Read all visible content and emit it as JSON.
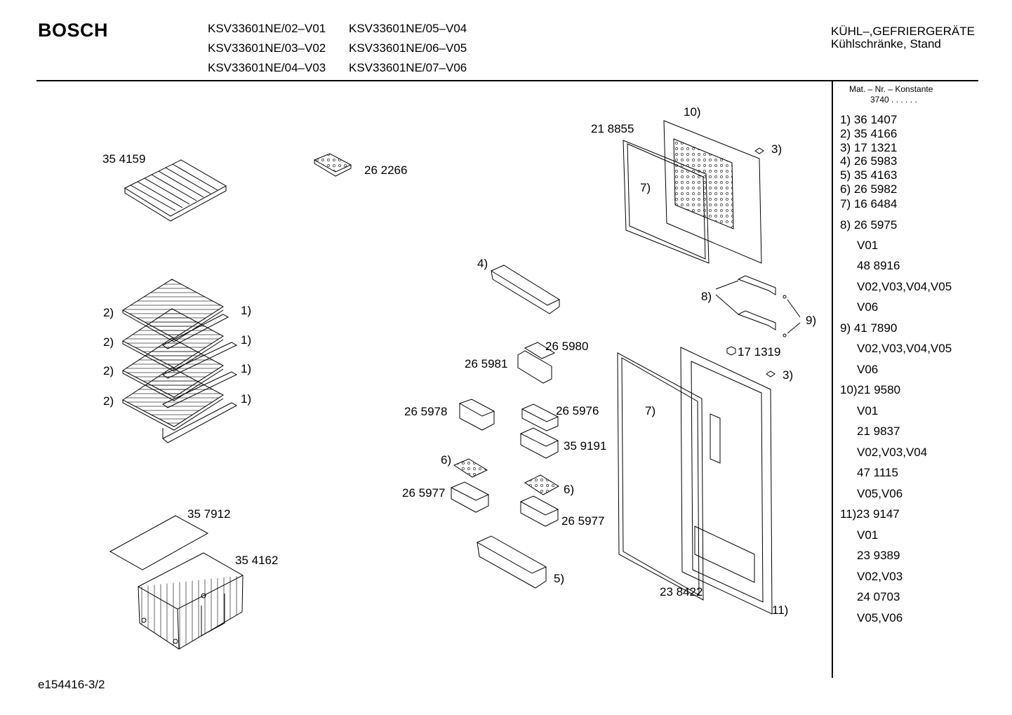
{
  "header": {
    "brand": "BOSCH",
    "models": [
      "KSV33601NE/02–V01",
      "KSV33601NE/05–V04",
      "KSV33601NE/03–V02",
      "KSV33601NE/06–V05",
      "KSV33601NE/04–V03",
      "KSV33601NE/07–V06"
    ],
    "category": "KÜHL–,GEFRIERGERÄTE",
    "subcategory": "Kühlschränke, Stand"
  },
  "sidebar": {
    "mat_header": "Mat. – Nr. – Konstante",
    "mat_value": "3740 .  .  .  .  .  .",
    "parts": [
      "1) 36 1407",
      "2) 35 4166",
      "3) 17 1321",
      "4) 26 5983",
      "5) 35 4163",
      "6) 26 5982",
      "7) 16 6484",
      "8) 26 5975",
      "V01",
      "48 8916",
      "V02,V03,V04,V05",
      "V06",
      "9) 41 7890",
      "V02,V03,V04,V05",
      "V06",
      "10)21 9580",
      "V01",
      "21 9837",
      "V02,V03,V04",
      "47 1115",
      "V05,V06",
      "11)23 9147",
      "V01",
      "23 9389",
      "V02,V03",
      "24 0703",
      "V05,V06"
    ]
  },
  "labels": {
    "l354159": "35 4159",
    "l262266": "26 2266",
    "l218855": "21 8855",
    "l10": "10)",
    "l3a": "3)",
    "l7a": "7)",
    "l4": "4)",
    "l8": "8)",
    "l9": "9)",
    "l2a": "2)",
    "l2b": "2)",
    "l2c": "2)",
    "l2d": "2)",
    "l1a": "1)",
    "l1b": "1)",
    "l1c": "1)",
    "l1d": "1)",
    "l265980": "26 5980",
    "l265981": "26 5981",
    "l171319": "17 1319",
    "l3b": "3)",
    "l265978": "26 5978",
    "l265976": "26 5976",
    "l7b": "7)",
    "l359191": "35 9191",
    "l6a": "6)",
    "l6b": "6)",
    "l265977a": "26 5977",
    "l265977b": "26 5977",
    "l357912": "35 7912",
    "l354162": "35 4162",
    "l5": "5)",
    "l238422": "23 8422",
    "l11": "11)"
  },
  "footer": {
    "code": "e154416-3/2"
  }
}
